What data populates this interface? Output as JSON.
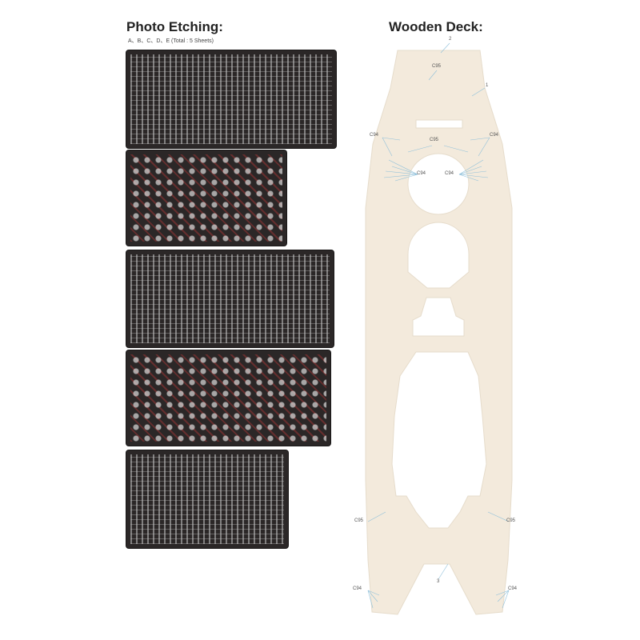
{
  "photo_etching": {
    "title": "Photo Etching:",
    "subtitle": "A、B、C、D、E (Total : 5 Sheets)",
    "sheets": [
      "A",
      "B",
      "C",
      "D",
      "E"
    ]
  },
  "wooden_deck": {
    "title": "Wooden Deck:",
    "labels": {
      "part2": "2",
      "part1": "1",
      "part3": "3",
      "c95_top": "C95",
      "c95_mid": "C95",
      "c94_left": "C94",
      "c94_right": "C94",
      "c94_inner_left": "C94",
      "c94_inner_right": "C94",
      "c95_aft_left": "C95",
      "c95_aft_right": "C95",
      "c94_stern_left": "C94",
      "c94_stern_right": "C94"
    }
  },
  "colors": {
    "sheet": "#2b2727",
    "deck": "#f3eadc",
    "leader": "#7fb8d8"
  }
}
